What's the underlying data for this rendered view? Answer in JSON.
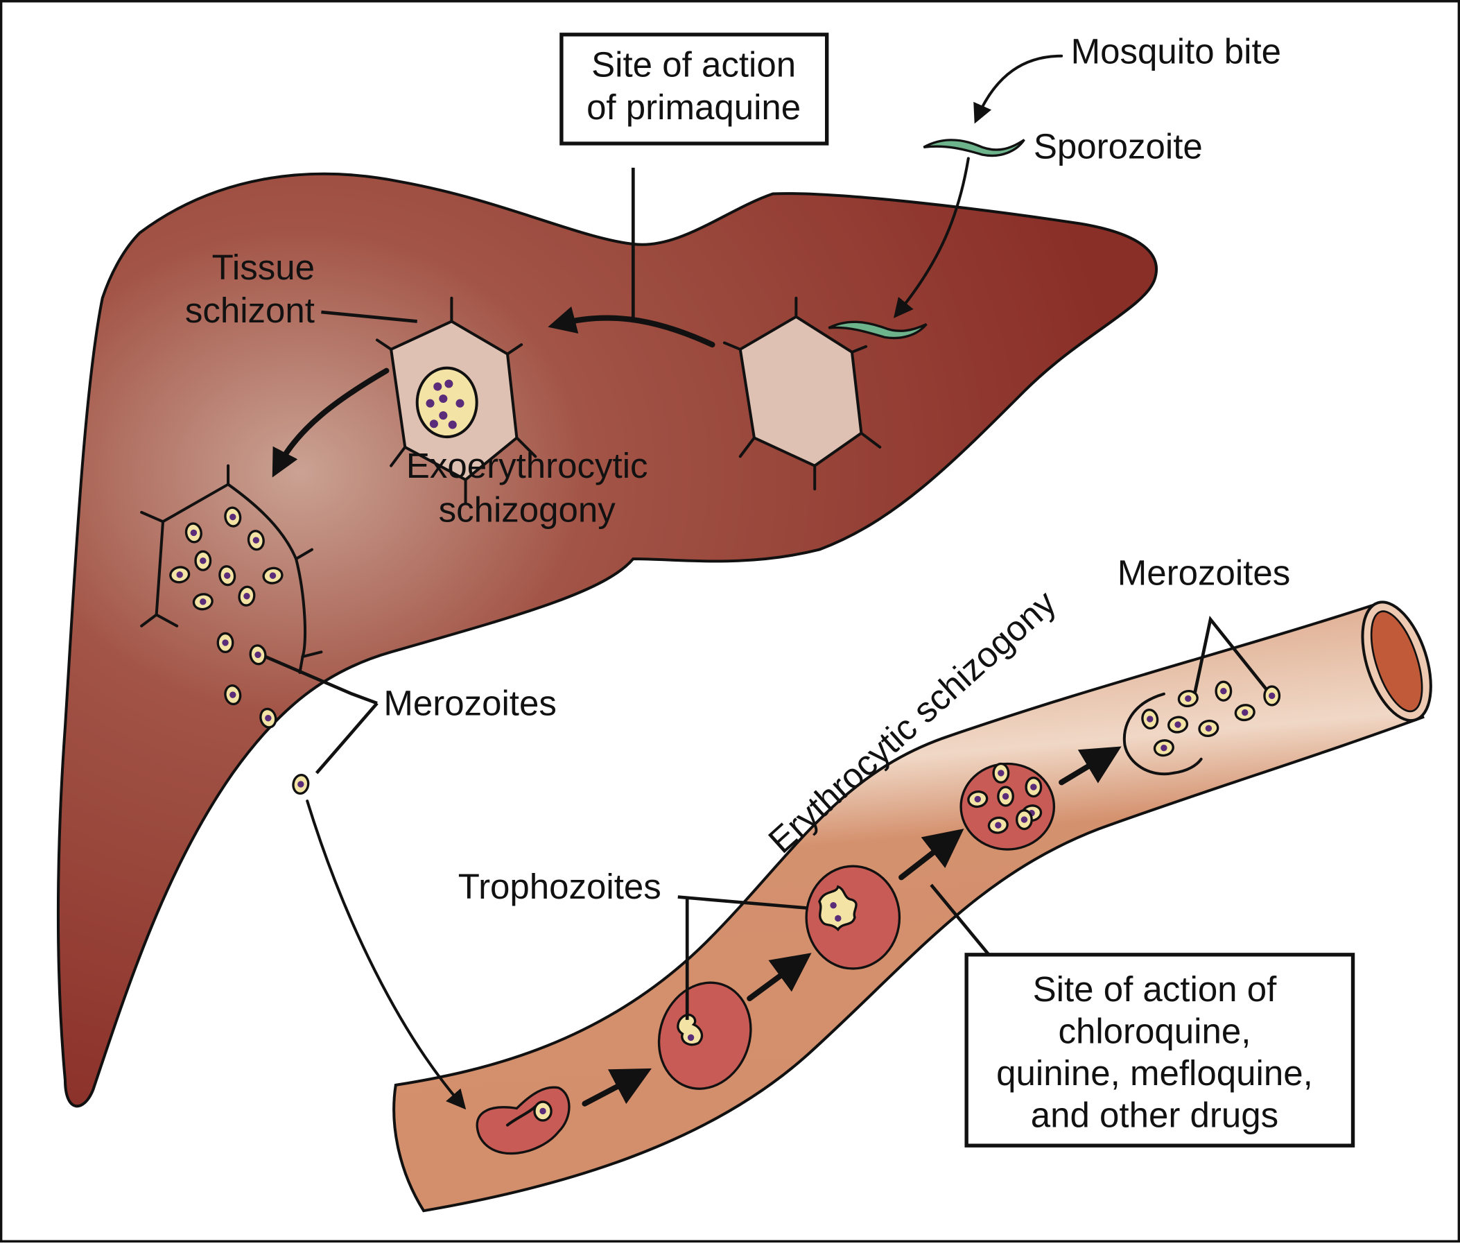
{
  "title": "Malaria parasite life cycle and sites of antimalarial drug action",
  "colors": {
    "liver": "#9c4a3f",
    "liver_dark": "#8a2f28",
    "liver_highlight": "#c9a090",
    "hepatocyte": "#dfc1b3",
    "vessel": "#d4916e",
    "vessel_highlight": "#f0d8c6",
    "vessel_lumen": "#c05a38",
    "rbc": "#c85b55",
    "parasite": "#f3e3a4",
    "nucleus": "#5a2c7a",
    "sporozoite": "#6db38c",
    "outline": "#111111"
  },
  "labels": {
    "mosquito_bite": "Mosquito bite",
    "sporozoite": "Sporozoite",
    "tissue_schizont_line1": "Tissue",
    "tissue_schizont_line2": "schizont",
    "exo_line1": "Exoerythrocytic",
    "exo_line2": "schizogony",
    "merozoites_liver": "Merozoites",
    "merozoites_blood": "Merozoites",
    "trophozoites": "Trophozoites",
    "erythrocytic": "Erythrocytic schizogony"
  },
  "boxes": {
    "primaquine": {
      "lines": [
        "Site of action",
        "of primaquine"
      ]
    },
    "chloroquine": {
      "lines": [
        "Site of action of",
        "chloroquine,",
        "quinine, mefloquine,",
        "and other drugs"
      ]
    }
  }
}
